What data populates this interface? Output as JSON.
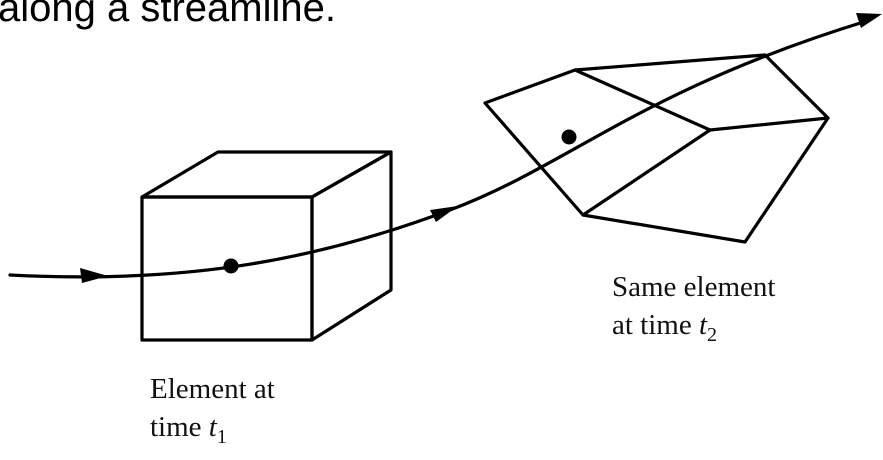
{
  "heading": "along a streamline.",
  "labels": {
    "element_t1": {
      "line1": "Element at",
      "line2_prefix": "time ",
      "var": "t",
      "sub": "1"
    },
    "element_t2": {
      "line1": "Same element",
      "line2_prefix": "at time ",
      "var": "t",
      "sub": "2"
    }
  }
}
